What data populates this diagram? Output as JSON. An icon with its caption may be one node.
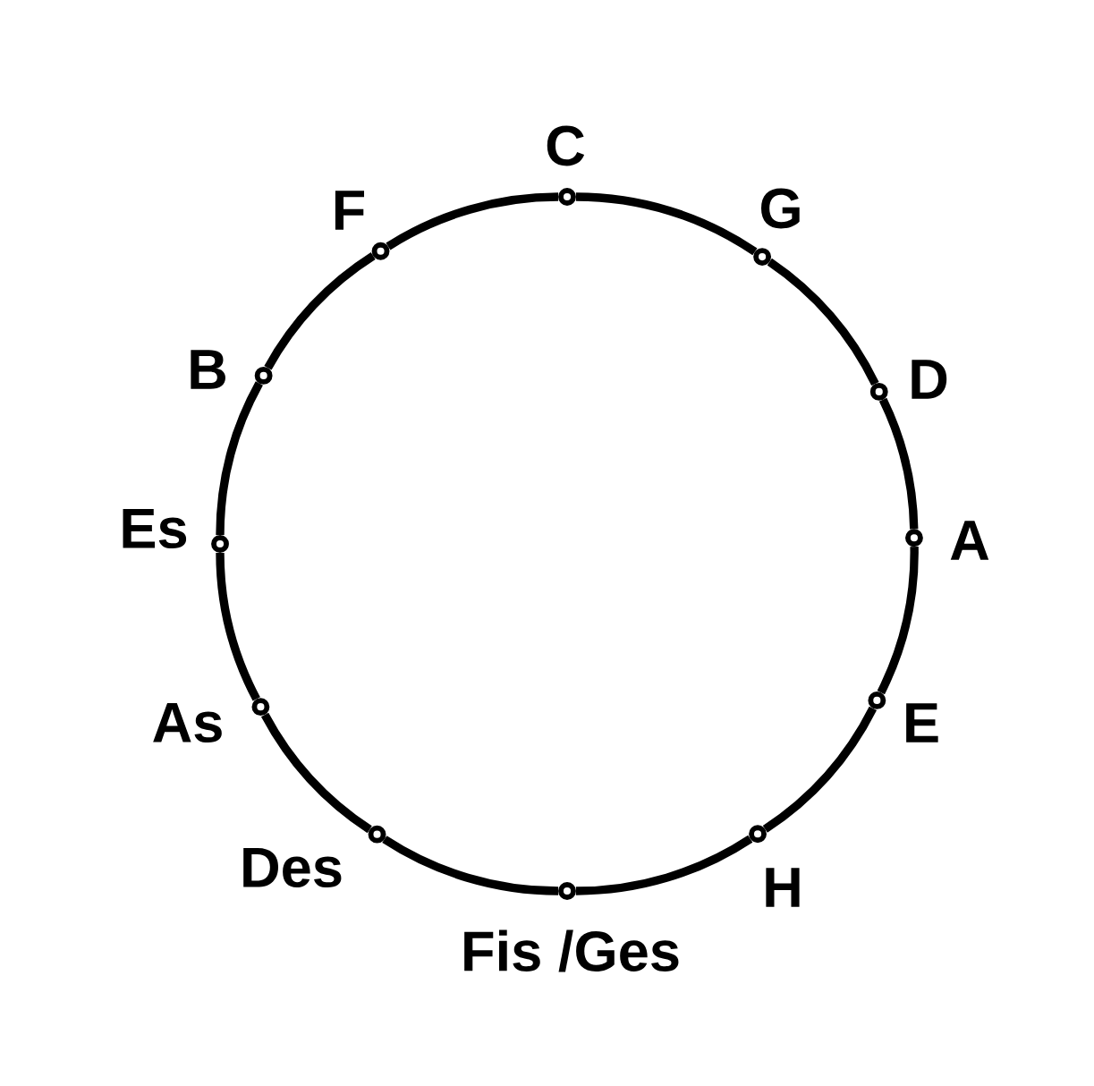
{
  "diagram": {
    "nodes": [
      {
        "text": [],
        "shape": "circle",
        "beside": [
          "C"
        ]
      },
      {
        "text": [],
        "shape": "circle",
        "beside": [
          "G"
        ]
      },
      {
        "text": [],
        "shape": "circle",
        "beside": [
          "D"
        ]
      },
      {
        "text": [],
        "shape": "circle",
        "beside": [
          "A"
        ]
      },
      {
        "text": [],
        "shape": "circle",
        "beside": [
          "E"
        ]
      },
      {
        "text": [],
        "shape": "circle",
        "beside": [
          "H"
        ]
      },
      {
        "text": [],
        "shape": "circle",
        "beside": [
          "Fis /Ges"
        ]
      },
      {
        "text": [],
        "shape": "circle",
        "beside": [
          "Des"
        ]
      },
      {
        "text": [],
        "shape": "circle",
        "beside": [
          "As"
        ]
      },
      {
        "text": [],
        "shape": "circle",
        "beside": [
          "Es"
        ]
      },
      {
        "text": [],
        "shape": "circle",
        "beside": [
          "B"
        ]
      },
      {
        "text": [],
        "shape": "circle",
        "beside": [
          "F"
        ]
      }
    ],
    "edges": [
      {
        "from": 0,
        "to": 1,
        "arrow": "none"
      },
      {
        "from": 1,
        "to": 2,
        "arrow": "none"
      },
      {
        "from": 2,
        "to": 3,
        "arrow": "none"
      },
      {
        "from": 3,
        "to": 4,
        "arrow": "none"
      },
      {
        "from": 4,
        "to": 5,
        "arrow": "none"
      },
      {
        "from": 5,
        "to": 6,
        "arrow": "none"
      },
      {
        "from": 6,
        "to": 7,
        "arrow": "none"
      },
      {
        "from": 7,
        "to": 8,
        "arrow": "none"
      },
      {
        "from": 8,
        "to": 9,
        "arrow": "none"
      },
      {
        "from": 9,
        "to": 10,
        "arrow": "none"
      },
      {
        "from": 10,
        "to": 11,
        "arrow": "none"
      },
      {
        "from": 11,
        "to": 0,
        "arrow": "none"
      }
    ]
  }
}
